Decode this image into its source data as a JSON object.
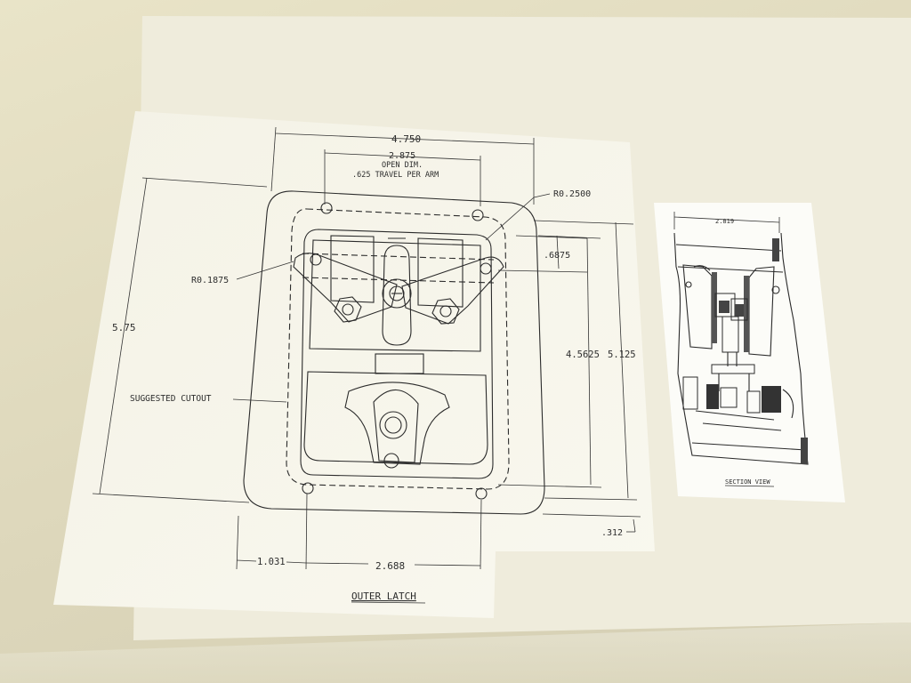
{
  "main_drawing": {
    "title": "OUTER LATCH",
    "dimensions": {
      "overall_width": "4.750",
      "open_dim_width": "2.875",
      "open_dim_label_1": "OPEN DIM.",
      "open_dim_label_2": ".625 TRAVEL PER ARM",
      "overall_height": "5.75",
      "cutout_height": "4.5625",
      "height_2": "5.125",
      "arm_offset": ".6875",
      "bottom_offset": ".312",
      "left_offset": "1.031",
      "hole_spacing": "2.688"
    },
    "radii": {
      "r1": "R0.1875",
      "r2": "R0.2500"
    },
    "callouts": {
      "cutout": "SUGGESTED CUTOUT"
    }
  },
  "section_drawing": {
    "title": "SECTION VIEW",
    "width": "2.819"
  },
  "colors": {
    "background": "#e3dec3",
    "paper": "#fbfaf3",
    "ink": "#2b2b2b"
  }
}
